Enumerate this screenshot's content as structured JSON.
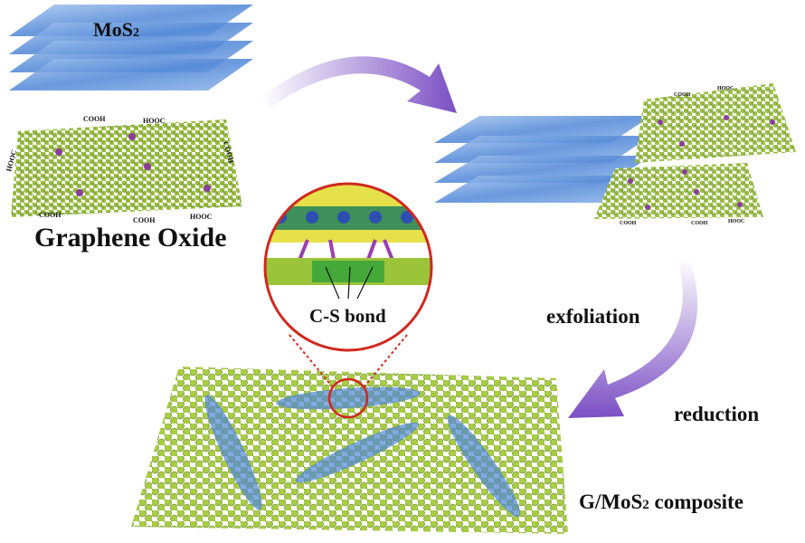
{
  "labels": {
    "mos2": "MoS",
    "mos2_sub": "2",
    "graphene_oxide": "Graphene Oxide",
    "cs_bond": "C-S bond",
    "exfoliation": "exfoliation",
    "reduction": "reduction",
    "composite_prefix": "G/MoS",
    "composite_sub": "2",
    "composite_suffix": " composite"
  },
  "functional_groups": {
    "go_top_1": "COOH",
    "go_top_2": "HOOC",
    "go_left": "HOOC",
    "go_right": "COOH",
    "go_bottom_1": "COOH",
    "go_bottom_2": "COOH",
    "go_bottom_3": "HOOC",
    "r_top_1": "COOH",
    "r_top_2": "HOOC",
    "r_bottom_1": "COOH",
    "r_bottom_2": "COOH",
    "r_bottom_3": "HOOC"
  },
  "colors": {
    "mos2_blue": "#4f86d6",
    "graphene_green": "#9cc43a",
    "oxygen_purple": "#8a3d9a",
    "arrow_purple": "#7b4fc4",
    "inset_red": "#d0281e"
  }
}
